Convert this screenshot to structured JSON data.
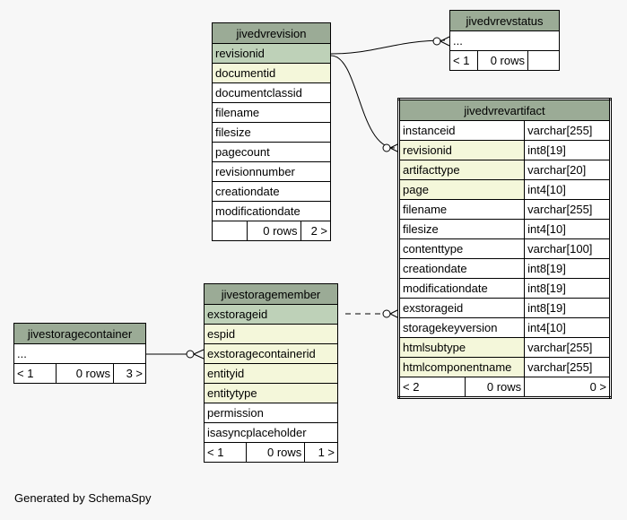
{
  "tables": {
    "jivedvrevision": {
      "name": "jivedvrevision",
      "columns": [
        "revisionid",
        "documentid",
        "documentclassid",
        "filename",
        "filesize",
        "pagecount",
        "revisionnumber",
        "creationdate",
        "modificationdate"
      ],
      "footer": {
        "parents": "",
        "rows": "0 rows",
        "children": "2 >"
      }
    },
    "jivedvrevstatus": {
      "name": "jivedvrevstatus",
      "columns": [
        "..."
      ],
      "footer": {
        "parents": "< 1",
        "rows": "0 rows",
        "children": ""
      }
    },
    "jivedvrevartifact": {
      "name": "jivedvrevartifact",
      "columns": [
        {
          "name": "instanceid",
          "type": "varchar[255]"
        },
        {
          "name": "revisionid",
          "type": "int8[19]"
        },
        {
          "name": "artifacttype",
          "type": "varchar[20]"
        },
        {
          "name": "page",
          "type": "int4[10]"
        },
        {
          "name": "filename",
          "type": "varchar[255]"
        },
        {
          "name": "filesize",
          "type": "int4[10]"
        },
        {
          "name": "contenttype",
          "type": "varchar[100]"
        },
        {
          "name": "creationdate",
          "type": "int8[19]"
        },
        {
          "name": "modificationdate",
          "type": "int8[19]"
        },
        {
          "name": "exstorageid",
          "type": "int8[19]"
        },
        {
          "name": "storagekeyversion",
          "type": "int4[10]"
        },
        {
          "name": "htmlsubtype",
          "type": "varchar[255]"
        },
        {
          "name": "htmlcomponentname",
          "type": "varchar[255]"
        }
      ],
      "footer": {
        "parents": "< 2",
        "rows": "0 rows",
        "children": "0 >"
      }
    },
    "jivestoragemember": {
      "name": "jivestoragemember",
      "columns": [
        "exstorageid",
        "espid",
        "exstoragecontainerid",
        "entityid",
        "entitytype",
        "permission",
        "isasyncplaceholder"
      ],
      "footer": {
        "parents": "< 1",
        "rows": "0 rows",
        "children": "1 >"
      }
    },
    "jivestoragecontainer": {
      "name": "jivestoragecontainer",
      "columns": [
        "..."
      ],
      "footer": {
        "parents": "< 1",
        "rows": "0 rows",
        "children": "3 >"
      }
    }
  },
  "colors": {
    "header": "#9bab96",
    "primary_key": "#bed1b8",
    "foreign_key": "#f4f7da",
    "background": "#f7f7f7"
  },
  "footer_text": "Generated by SchemaSpy"
}
